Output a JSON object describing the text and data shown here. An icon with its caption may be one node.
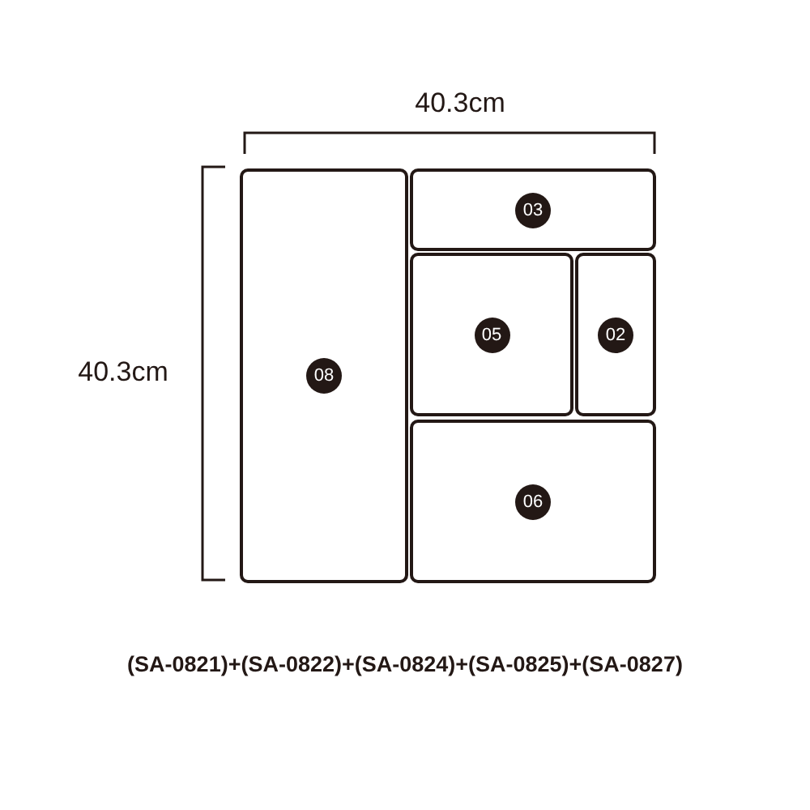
{
  "diagram": {
    "nodes": [
      {
        "text": [
          "08"
        ]
      },
      {
        "text": [
          "03"
        ]
      },
      {
        "text": [
          "05"
        ]
      },
      {
        "text": [
          "02"
        ]
      },
      {
        "text": [
          "06"
        ]
      }
    ],
    "labels": [
      "40.3cm",
      "40.3cm",
      "(SA-0821)+(SA-0822)+(SA-0824)+(SA-0825)+(SA-0827)"
    ]
  }
}
